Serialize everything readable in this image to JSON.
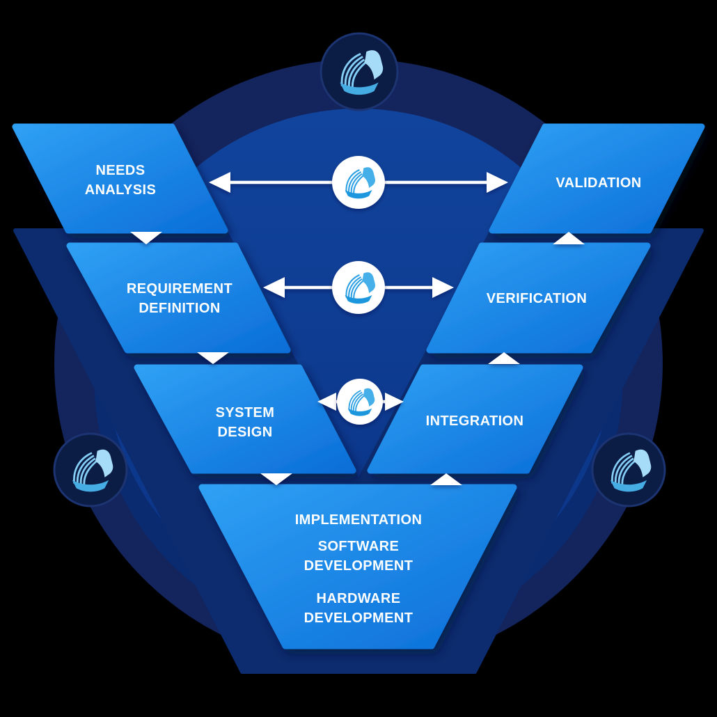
{
  "diagram": {
    "stages": {
      "left": [
        {
          "id": "needs-analysis",
          "line1": "NEEDS",
          "line2": "ANALYSIS"
        },
        {
          "id": "requirement-definition",
          "line1": "REQUIREMENT",
          "line2": "DEFINITION"
        },
        {
          "id": "system-design",
          "line1": "SYSTEM",
          "line2": "DESIGN"
        }
      ],
      "right": [
        {
          "id": "validation",
          "label": "VALIDATION"
        },
        {
          "id": "verification",
          "label": "VERIFICATION"
        },
        {
          "id": "integration",
          "label": "INTEGRATION"
        }
      ],
      "bottom": {
        "id": "implementation",
        "lines": [
          "IMPLEMENTATION",
          "SOFTWARE",
          "DEVELOPMENT",
          "HARDWARE",
          "DEVELOPMENT"
        ]
      }
    },
    "icons": {
      "logo": "tri-curve-logo-mark",
      "medallion_positions": [
        "top",
        "left",
        "right"
      ],
      "logo_badge_rows": [
        "top",
        "middle",
        "bottom"
      ],
      "left_flow_arrows": "down",
      "right_flow_arrows": "up"
    },
    "colors": {
      "page_background": "#000000",
      "outer_ring": "#14245C",
      "inner_ring_band": "#0B2B70",
      "inner_circle_top": "#11449D",
      "inner_circle_bottom": "#0A3385",
      "v_shadow": "#0C2C6F",
      "panel_gradient_start": "#2FA0F4",
      "panel_gradient_end": "#0B6ED8",
      "white": "#FFFFFF",
      "logo_blue": "#2B9FE3",
      "logo_light_blue": "#A6DCF8",
      "medallion_fill": "#0B1C45"
    }
  }
}
